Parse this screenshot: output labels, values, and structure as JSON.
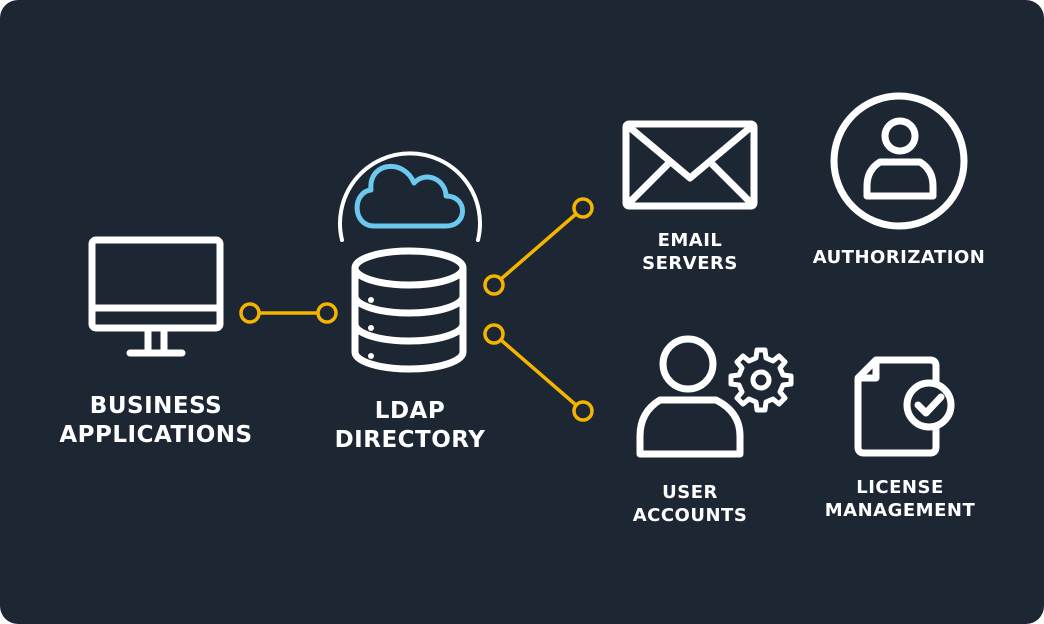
{
  "colors": {
    "background": "#1d2733",
    "icon": "#ffffff",
    "connector": "#f5b400",
    "cloud": "#6cc8ef"
  },
  "nodes": {
    "business": {
      "line1": "BUSINESS",
      "line2": "APPLICATIONS",
      "icon": "monitor-icon"
    },
    "ldap": {
      "line1": "LDAP",
      "line2": "DIRECTORY",
      "icon": "database-icon"
    },
    "email": {
      "line1": "EMAIL",
      "line2": "SERVERS",
      "icon": "envelope-icon"
    },
    "authorization": {
      "line1": "AUTHORIZATION",
      "icon": "user-circle-icon"
    },
    "accounts": {
      "line1": "USER",
      "line2": "ACCOUNTS",
      "icon": "user-gear-icon"
    },
    "license": {
      "line1": "LICENSE",
      "line2": "MANAGEMENT",
      "icon": "document-check-icon"
    }
  }
}
